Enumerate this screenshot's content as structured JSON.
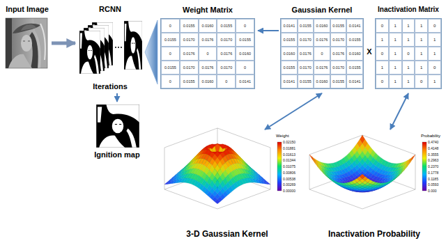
{
  "diagram": {
    "nodes": [
      {
        "text": [
          "Input Image"
        ]
      },
      {
        "text": [
          "RCNN",
          "Iterations"
        ]
      },
      {
        "text": [
          "Weight Matrix",
          "0",
          "0.0155",
          "0.0160",
          "0.0155",
          "0",
          "0.0155",
          "0.0170",
          "0.0176",
          "0.0170",
          "0.0155",
          "0",
          "0.0176",
          "0",
          "0.0176",
          "0.0160",
          "0.0155",
          "0.0170",
          "0.0176",
          "0.0170",
          "0",
          "0",
          "0.0155",
          "0.0160",
          "0",
          "0.0141"
        ]
      },
      {
        "text": [
          "Gaussian Kernel",
          "0.0141",
          "0.0155",
          "0.0160",
          "0.0155",
          "0.0141",
          "0.0155",
          "0.0170",
          "0.0176",
          "0.0170",
          "0.0155",
          "0.0160",
          "0.0176",
          "0",
          "0.0176",
          "0.0160",
          "0.0155",
          "0.0170",
          "0.0176",
          "0.0170",
          "0.0155",
          "0.0141",
          "0.0155",
          "0.0160",
          "0.0155",
          "0.0141"
        ]
      },
      {
        "text": [
          "Inactivation Matrix",
          "0",
          "1",
          "1",
          "1",
          "0",
          "1",
          "1",
          "1",
          "1",
          "1",
          "0",
          "1",
          "0",
          "1",
          "1",
          "1",
          "1",
          "1",
          "1",
          "0",
          "0",
          "1",
          "1",
          "0",
          "1"
        ]
      },
      {
        "text": [
          "Ignition map"
        ]
      },
      {
        "text": [
          "3-D Gaussian Kernel",
          "Weight",
          "0.02150",
          "0.01881",
          "0.01613",
          "0.01344",
          "0.01075",
          "0.00806",
          "0.00538",
          "0.00269",
          "0.00000"
        ]
      },
      {
        "text": [
          "Inactivation Probability",
          "Probability",
          "0.4740",
          "0.4148",
          "0.3555",
          "0.2963",
          "0.2370",
          "0.1778",
          "0.1185",
          "0.0593",
          "0.000"
        ]
      }
    ],
    "edges": [
      {
        "from": 0,
        "to": 1,
        "arrow": "to"
      },
      {
        "from": 2,
        "to": 1,
        "arrow": "to"
      },
      {
        "from": 3,
        "to": 2,
        "arrow": "to"
      },
      {
        "from": 1,
        "to": 5,
        "arrow": "to"
      },
      {
        "from": 3,
        "to": 6,
        "arrow": "both"
      },
      {
        "from": 4,
        "to": 7,
        "arrow": "both"
      }
    ],
    "labels": [
      "X"
    ]
  }
}
